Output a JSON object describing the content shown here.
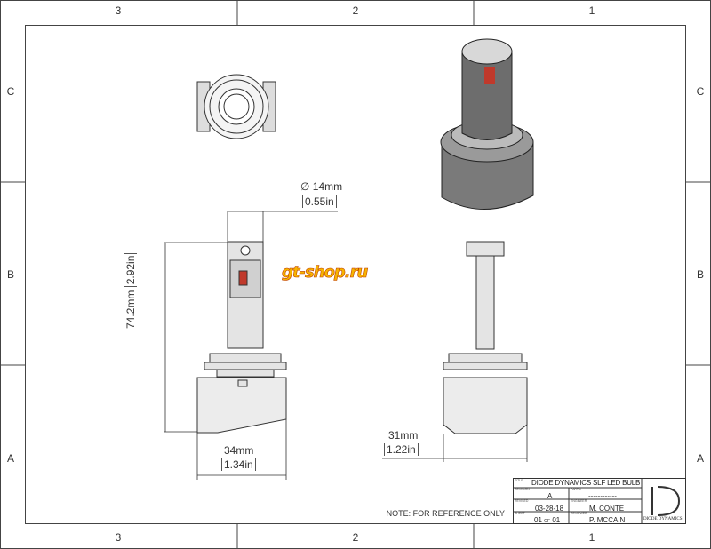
{
  "zones": {
    "columns": [
      "3",
      "2",
      "1"
    ],
    "rows": [
      "C",
      "B",
      "A"
    ]
  },
  "dimensions": {
    "diameter": {
      "mm": "14mm",
      "in": "0.55in",
      "symbol": "∅"
    },
    "height": {
      "mm": "74.2mm",
      "in": "2.92in"
    },
    "width_front": {
      "mm": "34mm",
      "in": "1.34in"
    },
    "width_side": {
      "mm": "31mm",
      "in": "1.22in"
    }
  },
  "watermark": "gt-shop.ru",
  "note": "NOTE: FOR REFERENCE ONLY",
  "title_block": {
    "title_label": "TITLE",
    "title": "DIODE DYNAMICS SLF LED BULB",
    "revision_label": "REVISION",
    "revision": "A",
    "part_label": "PART #",
    "part": "------------",
    "revised_label": "REVISED",
    "revised": "03-28-18",
    "engineer_label": "ENGINEER",
    "engineer": "M. CONTE",
    "sheet_label": "SHEET",
    "sheet": "01",
    "sheet_of": "OF",
    "sheet_total": "01",
    "reviewed_label": "REVIEWED",
    "reviewed": "P. MCCAIN",
    "company": "DIODE DYNAMICS"
  }
}
